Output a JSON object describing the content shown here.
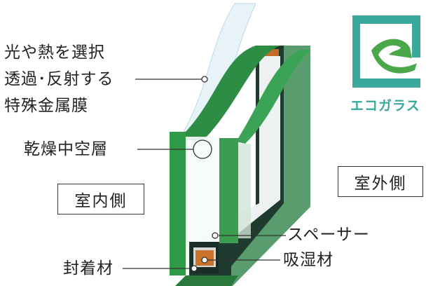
{
  "labels": {
    "film_line1": "光や熱を選択",
    "film_line2": "透過･反射する",
    "film_line3": "特殊金属膜",
    "air_layer": "乾燥中空層",
    "indoor": "室内側",
    "outdoor": "室外側",
    "sealant": "封着材",
    "spacer": "スペーサー",
    "desiccant": "吸湿材"
  },
  "logo": {
    "text": "エコガラス"
  },
  "colors": {
    "glass_green": "#2f9a48",
    "logo_teal": "#3aa89a",
    "logo_green": "#4aa84a"
  }
}
